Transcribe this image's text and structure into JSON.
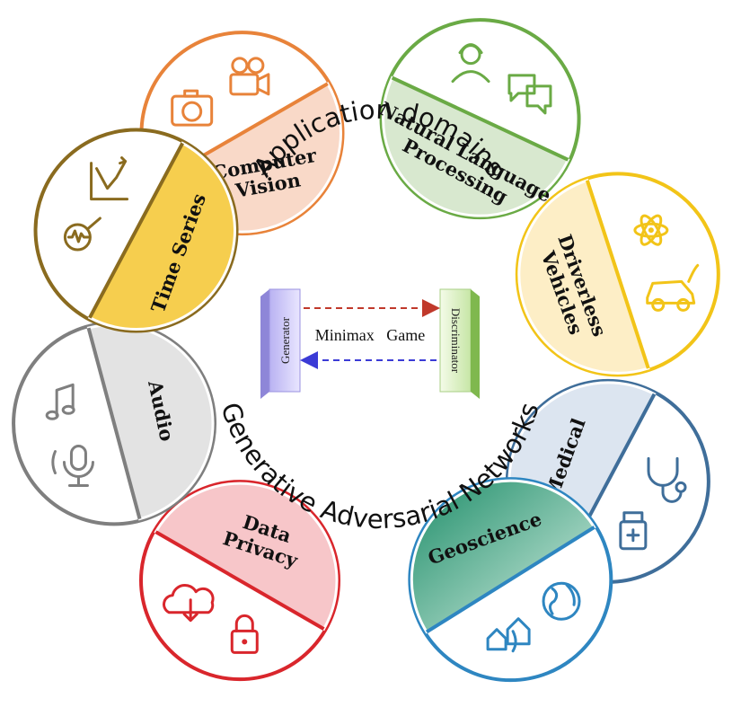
{
  "center": {
    "top_arc_text": "Application domains",
    "bottom_arc_text": "Generative Adversarial Networks",
    "generator_label": "Generator",
    "discriminator_label": "Discriminator",
    "minimax_label": "Minimax   Game"
  },
  "domains": [
    {
      "id": "computer-vision",
      "lines": [
        "Computer",
        "Vision"
      ],
      "color": "#E8833A",
      "fill": "#F9D9C8",
      "icons": [
        "camera-icon",
        "video-camera-icon"
      ]
    },
    {
      "id": "nlp",
      "lines": [
        "Natural Language",
        "Processing"
      ],
      "color": "#6AAA45",
      "fill": "#D8E8CF",
      "icons": [
        "headset-person-icon",
        "chat-bubbles-icon"
      ]
    },
    {
      "id": "driverless-vehicles",
      "lines": [
        "Driverless",
        "Vehicles"
      ],
      "color": "#F2C418",
      "fill": "#FDEEC6",
      "icons": [
        "atom-icon",
        "electric-car-icon"
      ]
    },
    {
      "id": "medical",
      "lines": [
        "Medical"
      ],
      "color": "#3F6E9A",
      "fill": "#DCE5F0",
      "icons": [
        "stethoscope-icon",
        "medicine-bottle-icon"
      ]
    },
    {
      "id": "geoscience",
      "lines": [
        "Geoscience"
      ],
      "color": "#2E86C1",
      "fill": "#3FB58A",
      "icons": [
        "globe-icon",
        "houses-icon"
      ]
    },
    {
      "id": "data-privacy",
      "lines": [
        "Data",
        "Privacy"
      ],
      "color": "#D9262C",
      "fill": "#F7C6C9",
      "icons": [
        "padlock-icon",
        "cloud-download-icon"
      ]
    },
    {
      "id": "audio",
      "lines": [
        "Audio"
      ],
      "color": "#7F7F7F",
      "fill": "#E3E3E3",
      "icons": [
        "microphone-icon",
        "music-note-icon"
      ]
    },
    {
      "id": "time-series",
      "lines": [
        "Time Series"
      ],
      "color": "#8A6B1F",
      "fill": "#F6CE4E",
      "icons": [
        "magnifier-wave-icon",
        "trend-chart-icon"
      ]
    }
  ]
}
